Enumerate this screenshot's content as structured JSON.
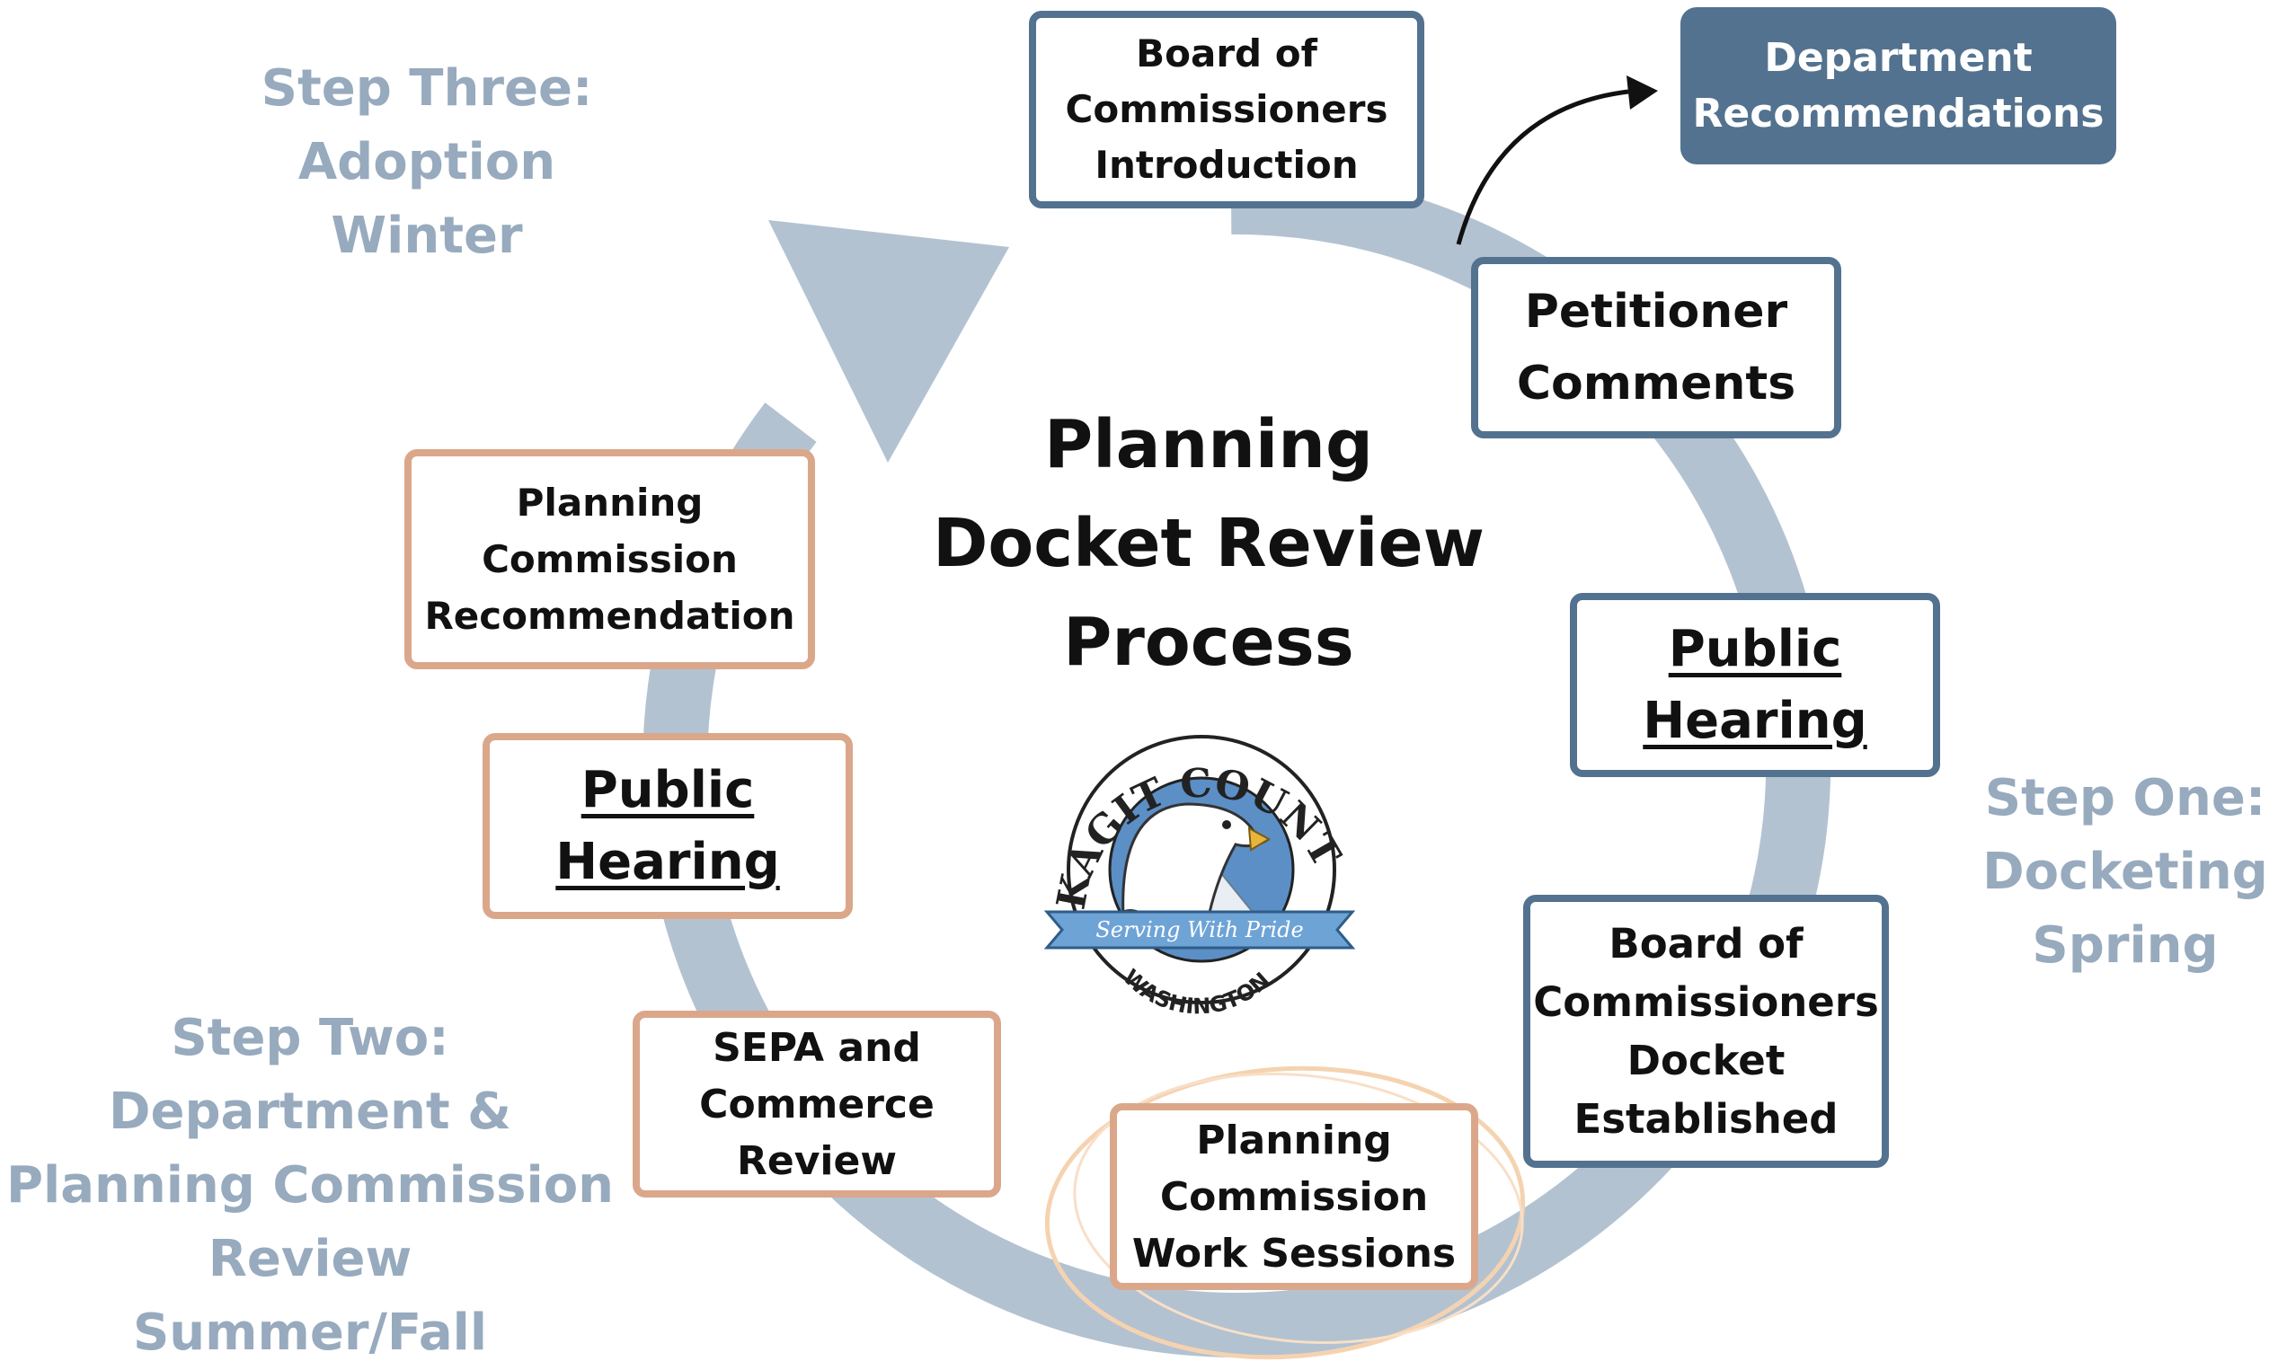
{
  "title": "Planning\nDocket Review\nProcess",
  "steps": {
    "one": "Step One:\nDocketing\nSpring",
    "two": "Step Two:\nDepartment &\nPlanning Commission\nReview\nSummer/Fall",
    "three": "Step Three:\nAdoption\nWinter"
  },
  "boxes": {
    "boc_intro": "Board of\nCommissioners\nIntroduction",
    "dept_rec": "Department\nRecommendations",
    "petitioner": "Petitioner\nComments",
    "hearing_one": "Public\nHearing",
    "boc_docket": "Board of\nCommissioners\nDocket\nEstablished",
    "pc_work": "Planning\nCommission\nWork Sessions",
    "sepa": "SEPA and\nCommerce\nReview",
    "hearing_two": "Public\nHearing",
    "pc_rec": "Planning\nCommission\nRecommendation"
  },
  "seal": {
    "top": "SKAGIT COUNTY",
    "banner": "Serving With Pride",
    "bottom": "WASHINGTON"
  },
  "colors": {
    "step_one_border": "#53728f",
    "step_two_border": "#dba78a",
    "cycle_arrow": "#b3c2d1",
    "step_label": "#97aabe",
    "highlight_circle": "#f5d3b0"
  }
}
